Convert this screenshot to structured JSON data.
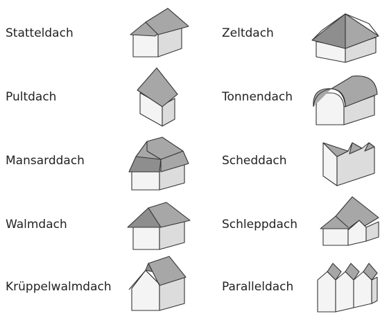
{
  "roof_types": [
    {
      "label": "Statteldach",
      "icon": "gable-roof-icon"
    },
    {
      "label": "Pultdach",
      "icon": "shed-roof-icon"
    },
    {
      "label": "Mansarddach",
      "icon": "mansard-roof-icon"
    },
    {
      "label": "Walmdach",
      "icon": "hip-roof-icon"
    },
    {
      "label": "Krüppelwalmdach",
      "icon": "half-hip-roof-icon"
    },
    {
      "label": "Zeltdach",
      "icon": "pyramid-roof-icon"
    },
    {
      "label": "Tonnendach",
      "icon": "barrel-roof-icon"
    },
    {
      "label": "Scheddach",
      "icon": "sawtooth-roof-icon"
    },
    {
      "label": "Schleppdach",
      "icon": "catslide-roof-icon"
    },
    {
      "label": "Paralleldach",
      "icon": "parallel-roof-icon"
    }
  ],
  "colors": {
    "roof": "#a7a7a7",
    "wall": "#f4f4f4",
    "outline": "#333333"
  }
}
